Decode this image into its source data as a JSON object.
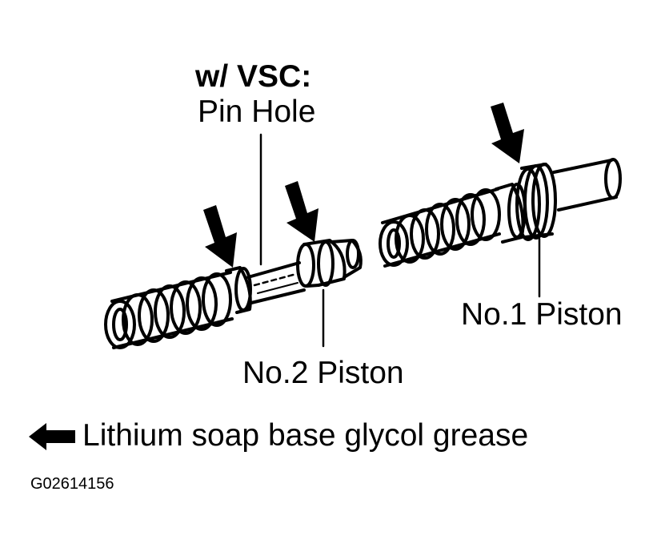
{
  "labels": {
    "w_vsc": "w/ VSC:",
    "pin_hole": "Pin Hole",
    "no1_piston": "No.1 Piston",
    "no2_piston": "No.2 Piston"
  },
  "legend": {
    "icon": "left-arrow-icon",
    "text": "Lithium soap base glycol grease"
  },
  "figure_code": "G02614156",
  "colors": {
    "ink": "#000000",
    "paper": "#ffffff"
  }
}
